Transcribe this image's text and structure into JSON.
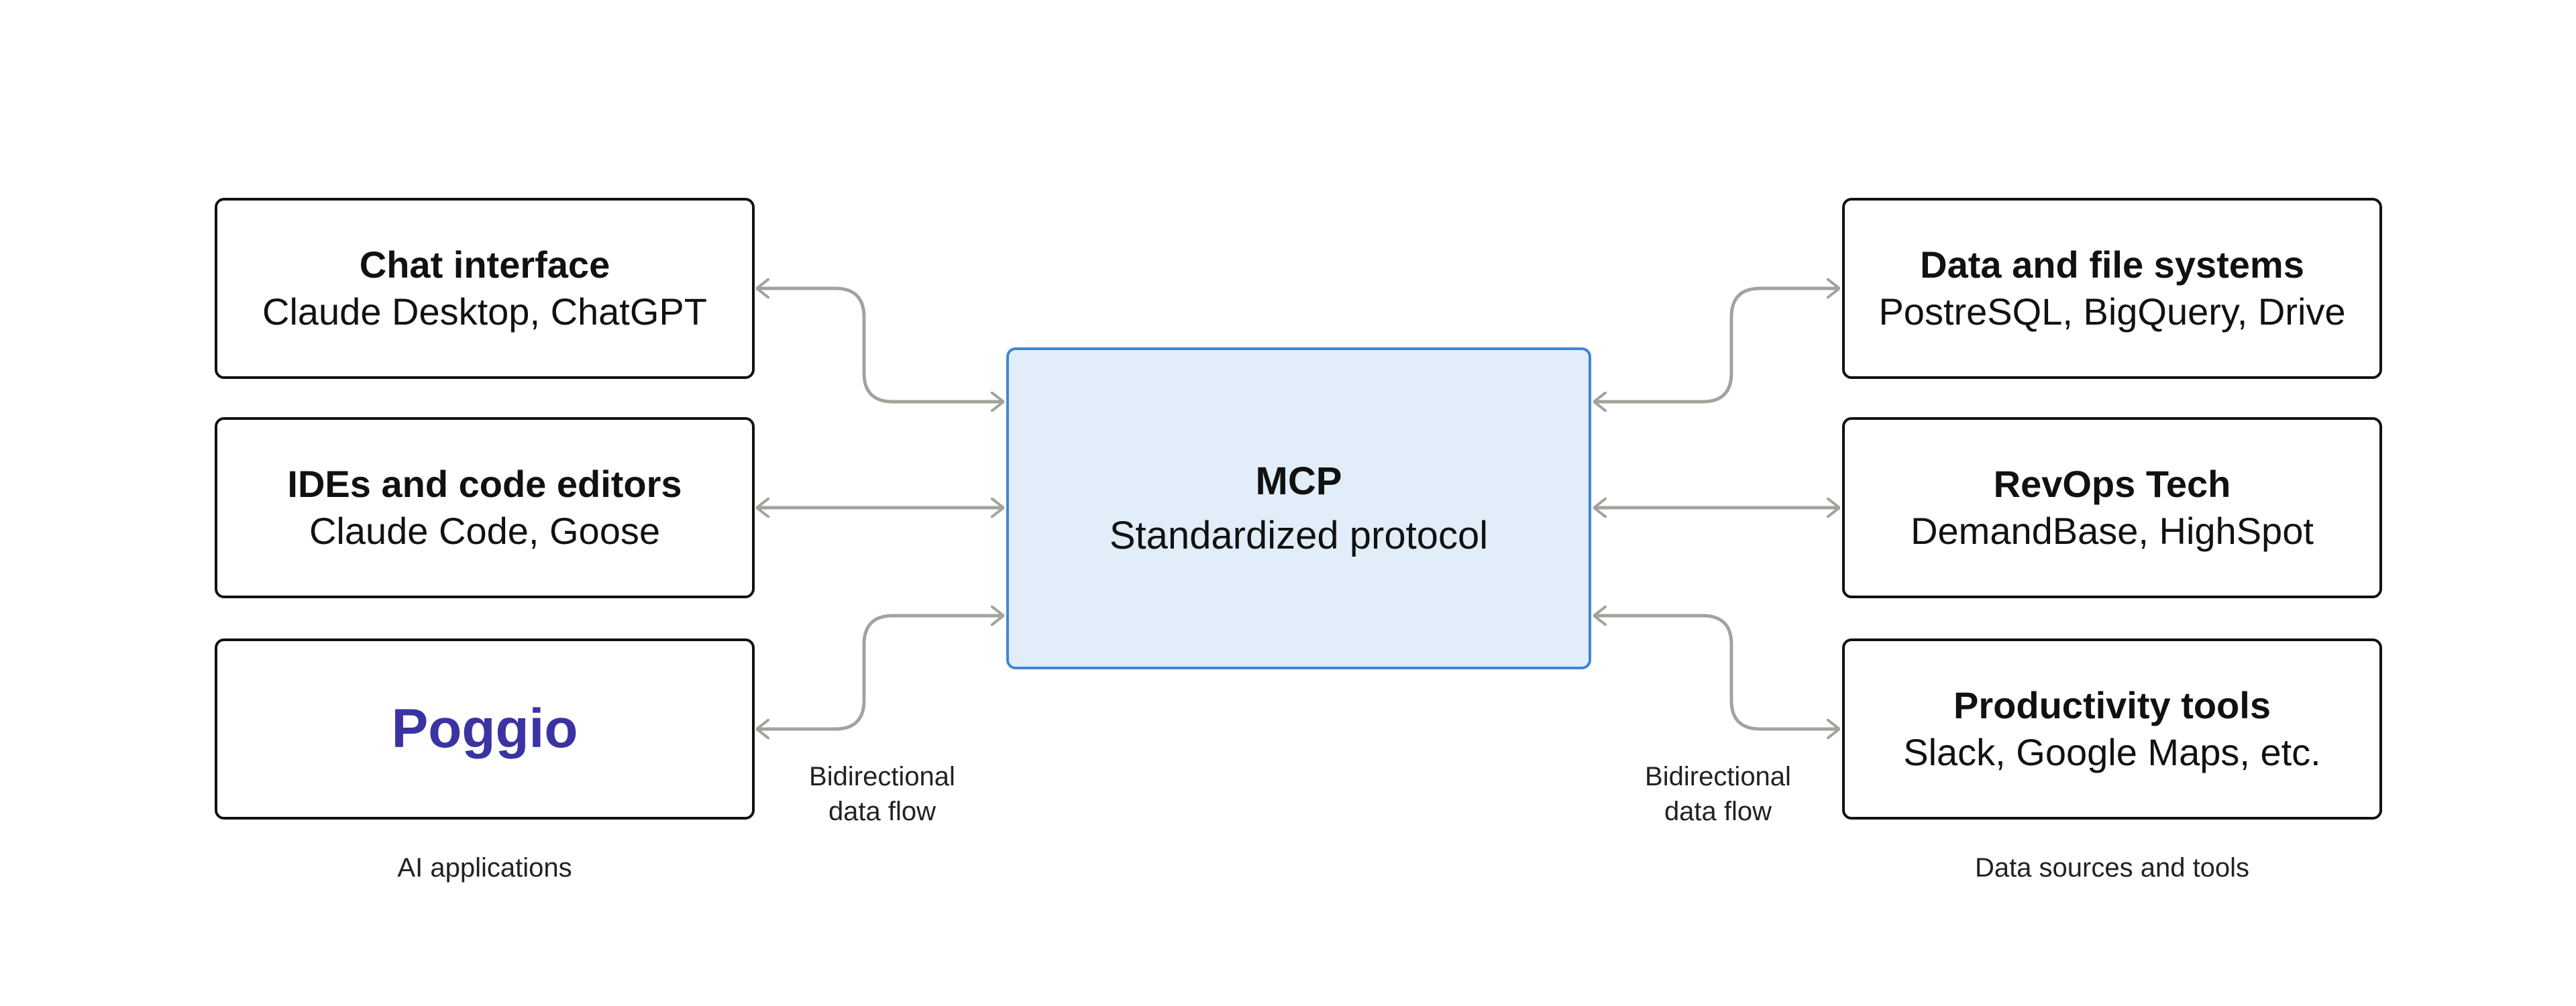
{
  "left": {
    "boxes": [
      {
        "title": "Chat interface",
        "subtitle": "Claude Desktop, ChatGPT"
      },
      {
        "title": "IDEs and code editors",
        "subtitle": "Claude Code, Goose"
      },
      {
        "brand": "Poggio"
      }
    ],
    "caption": "AI applications",
    "flow_label_line1": "Bidirectional",
    "flow_label_line2": "data flow"
  },
  "center": {
    "title": "MCP",
    "subtitle": "Standardized protocol"
  },
  "right": {
    "boxes": [
      {
        "title": "Data and file systems",
        "subtitle": "PostreSQL, BigQuery, Drive"
      },
      {
        "title": "RevOps Tech",
        "subtitle": "DemandBase, HighSpot"
      },
      {
        "title": "Productivity tools",
        "subtitle": "Slack, Google Maps, etc."
      }
    ],
    "caption": "Data sources and tools",
    "flow_label_line1": "Bidirectional",
    "flow_label_line2": "data flow"
  },
  "colors": {
    "box_border": "#111111",
    "mcp_border": "#3f86cf",
    "mcp_fill": "#e1edf9",
    "connector": "#a3a39c",
    "brand": "#3a33a3"
  }
}
